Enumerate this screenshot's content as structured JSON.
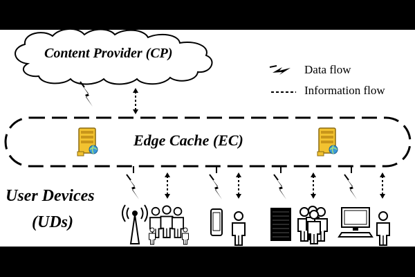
{
  "content_provider": {
    "label": "Content Provider (CP)"
  },
  "edge_cache": {
    "label": "Edge Cache (EC)"
  },
  "user_devices": {
    "label_line1": "User Devices",
    "label_line2": "(UDs)"
  },
  "legend": {
    "data_flow": "Data flow",
    "information_flow": "Information flow"
  },
  "colors": {
    "background_bars": "#000000",
    "panel": "#ffffff",
    "stroke": "#000000",
    "server": "#f2c230",
    "server_dark": "#c9961a",
    "globe": "#3a9ad9"
  },
  "icons": [
    "lightning-bolt-icon",
    "server-icon",
    "globe-icon",
    "cell-tower-icon",
    "family-icon",
    "smartphone-icon",
    "person-icon",
    "server-rack-icon",
    "group-icon",
    "desktop-computer-icon"
  ]
}
